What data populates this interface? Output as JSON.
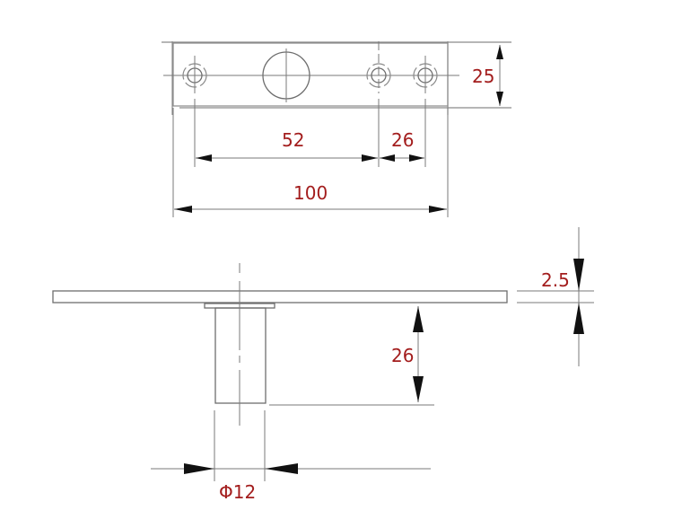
{
  "drawing": {
    "type": "technical-dimension-drawing",
    "colors": {
      "line": "#8a8a8a",
      "dimension_text": "#a31d1d",
      "arrow": "#111111",
      "background": "#ffffff"
    },
    "top_view": {
      "holes": 4,
      "dimensions": {
        "plate_width": "25",
        "hole_spacing_a": "52",
        "hole_spacing_b": "26",
        "overall_length": "100"
      }
    },
    "side_view": {
      "dimensions": {
        "plate_thickness": "2.5",
        "pin_length": "26",
        "pin_diameter": "Φ12"
      }
    }
  }
}
